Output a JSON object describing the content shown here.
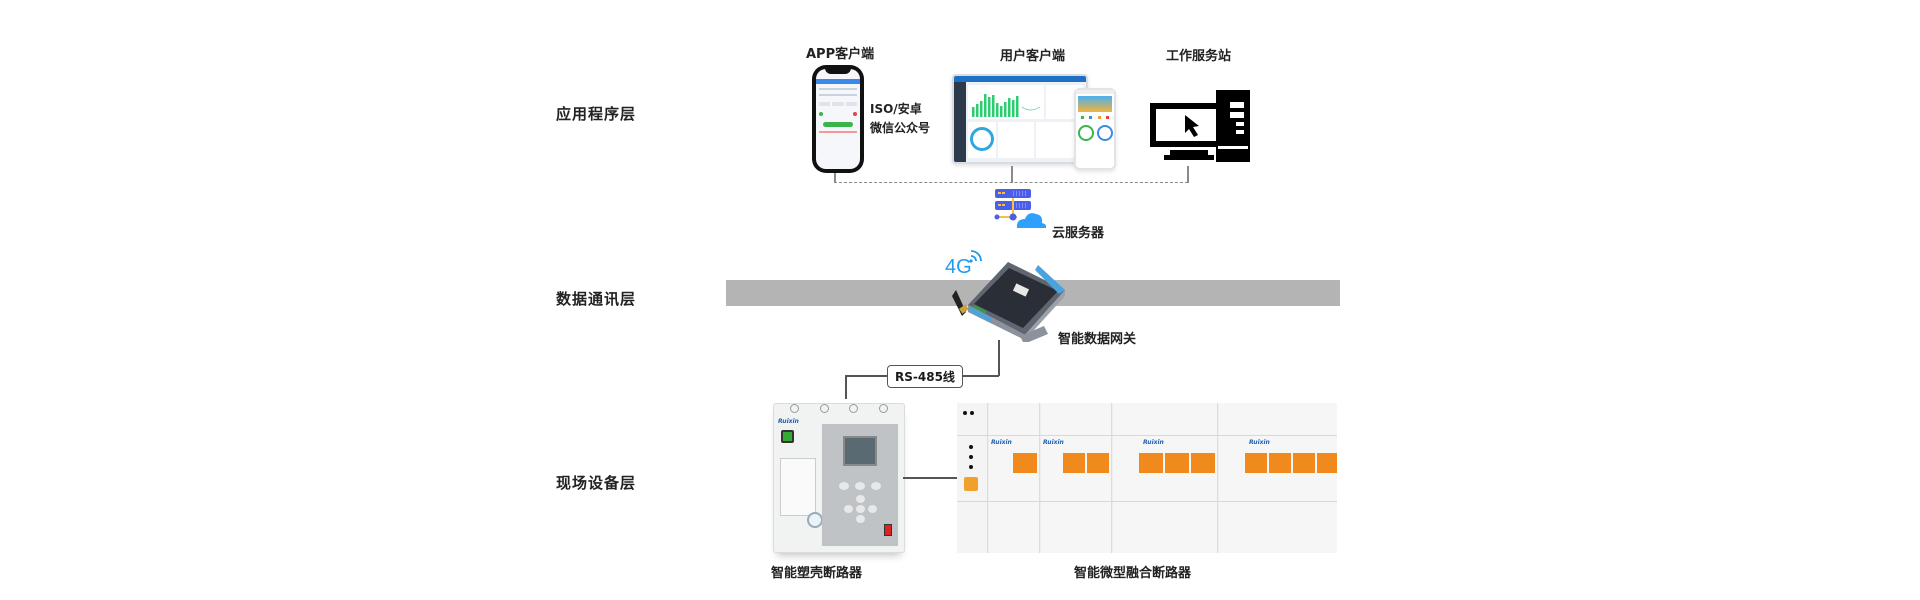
{
  "layers": [
    {
      "id": "application",
      "label": "应用程序层"
    },
    {
      "id": "communication",
      "label": "数据通讯层"
    },
    {
      "id": "field",
      "label": "现场设备层"
    }
  ],
  "application": {
    "app_client": {
      "caption": "APP客户端",
      "notes": [
        "ISO/安卓",
        "微信公众号"
      ]
    },
    "user_client": {
      "caption": "用户客户端"
    },
    "workstation": {
      "caption": "工作服务站"
    },
    "cloud_server": {
      "caption": "云服务器"
    }
  },
  "communication": {
    "gateway": {
      "caption": "智能数据网关",
      "signal_label": "4G"
    }
  },
  "field": {
    "link_label": "RS-485线",
    "mccb": {
      "caption": "智能塑壳断路器",
      "brand": "Ruixin"
    },
    "mcb": {
      "caption": "智能微型融合断路器",
      "brand": "Ruixin"
    }
  },
  "colors": {
    "band": "#b4b4b4",
    "server_blue": "#4a5ee8",
    "cloud_blue": "#2ea1ff",
    "signal_blue": "#1e9bf0",
    "breaker_orange": "#f08a1c",
    "dashboard_green": "#2ecc71"
  }
}
